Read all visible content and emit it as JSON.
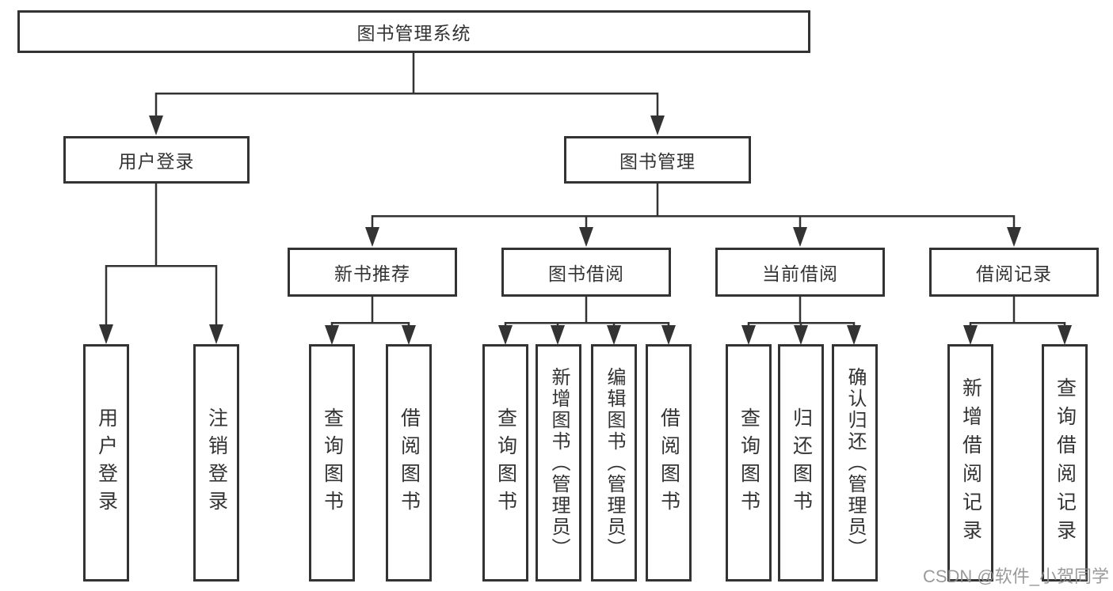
{
  "diagram": {
    "root_label": "图书管理系统",
    "level1": [
      {
        "label": "用户登录",
        "leaves": [
          "用户登录",
          "注销登录"
        ]
      },
      {
        "label": "图书管理",
        "groups": [
          {
            "label": "新书推荐",
            "leaves": [
              "查询图书",
              "借阅图书"
            ]
          },
          {
            "label": "图书借阅",
            "leaves": [
              "查询图书",
              "新增图书（管理员）",
              "编辑图书（管理员）",
              "借阅图书"
            ]
          },
          {
            "label": "当前借阅",
            "leaves": [
              "查询图书",
              "归还图书",
              "确认归还（管理员）"
            ]
          },
          {
            "label": "借阅记录",
            "leaves": [
              "新增借阅记录",
              "查询借阅记录"
            ]
          }
        ]
      }
    ]
  },
  "watermark": {
    "text": "CSDN @软件_小贺同学"
  },
  "colors": {
    "line": "#333333",
    "box_border": "#333333",
    "text": "#333333",
    "background": "#ffffff",
    "watermark": "#919191"
  }
}
